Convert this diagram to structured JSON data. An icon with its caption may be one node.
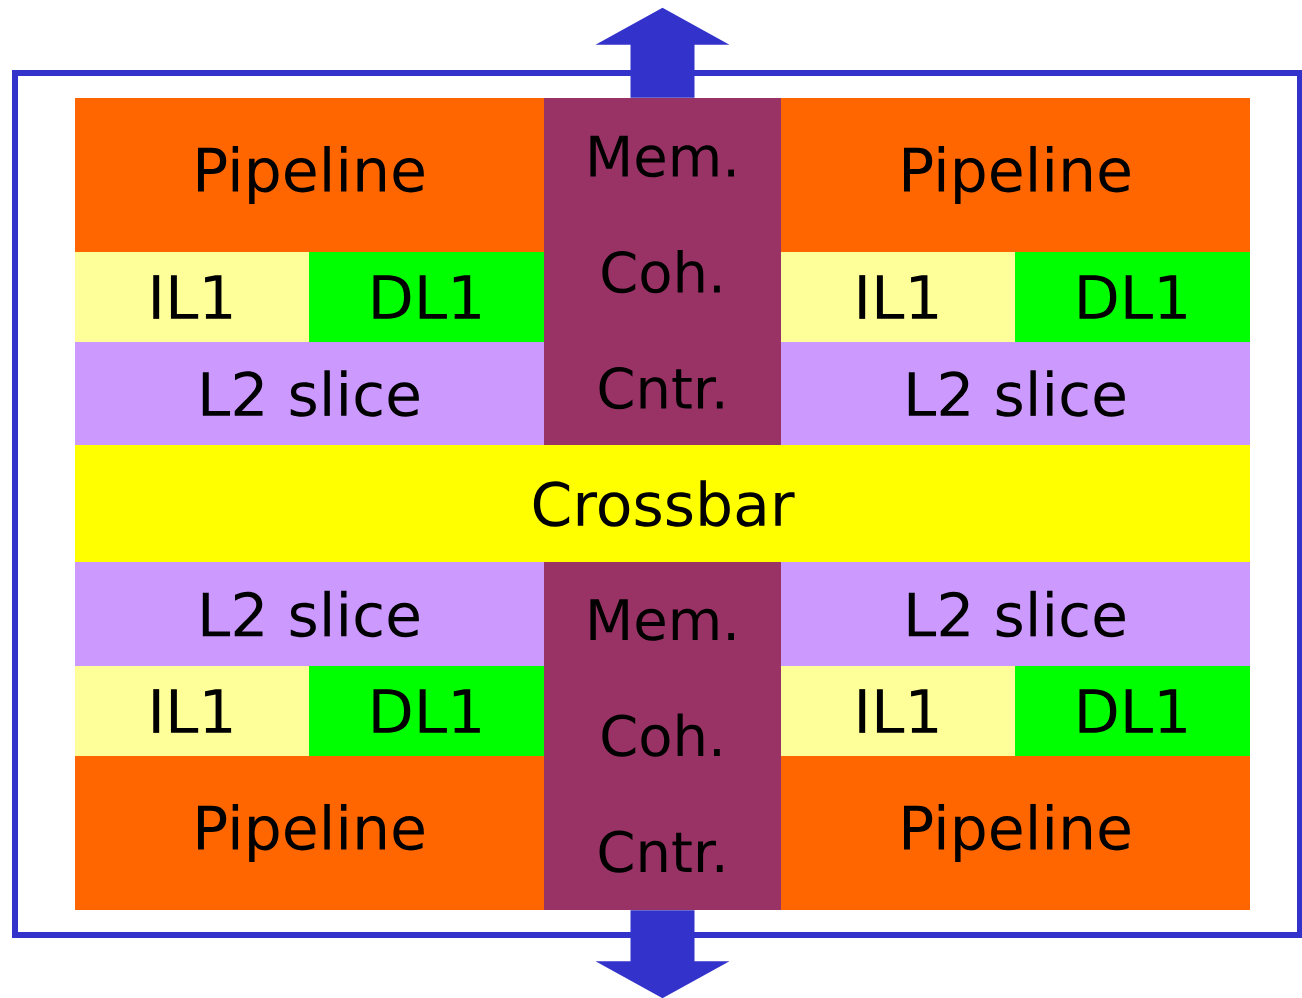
{
  "diagram": {
    "nodes": [
      {
        "text": [],
        "shape": "box"
      },
      {
        "text": [
          "Pipeline"
        ],
        "in": 0
      },
      {
        "text": [
          "Mem. Coh. Cntr."
        ],
        "in": 0
      },
      {
        "text": [
          "Pipeline"
        ],
        "in": 0
      },
      {
        "text": [
          "IL1"
        ],
        "in": 0
      },
      {
        "text": [
          "DL1"
        ],
        "in": 0
      },
      {
        "text": [
          "IL1"
        ],
        "in": 0
      },
      {
        "text": [
          "DL1"
        ],
        "in": 0
      },
      {
        "text": [
          "L2 slice"
        ],
        "in": 0
      },
      {
        "text": [
          "L2 slice"
        ],
        "in": 0
      },
      {
        "text": [
          "Crossbar"
        ],
        "in": 0
      },
      {
        "text": [
          "L2 slice"
        ],
        "in": 0
      },
      {
        "text": [
          "Mem. Coh. Cntr."
        ],
        "in": 0
      },
      {
        "text": [
          "L2 slice"
        ],
        "in": 0
      },
      {
        "text": [
          "IL1"
        ],
        "in": 0
      },
      {
        "text": [
          "DL1"
        ],
        "in": 0
      },
      {
        "text": [
          "IL1"
        ],
        "in": 0
      },
      {
        "text": [
          "DL1"
        ],
        "in": 0
      },
      {
        "text": [
          "Pipeline"
        ],
        "in": 0
      },
      {
        "text": [
          "Pipeline"
        ],
        "in": 0
      }
    ],
    "edges": [
      {
        "from": 2,
        "to": null,
        "arrow": "to"
      },
      {
        "from": 12,
        "to": null,
        "arrow": "to"
      }
    ]
  }
}
